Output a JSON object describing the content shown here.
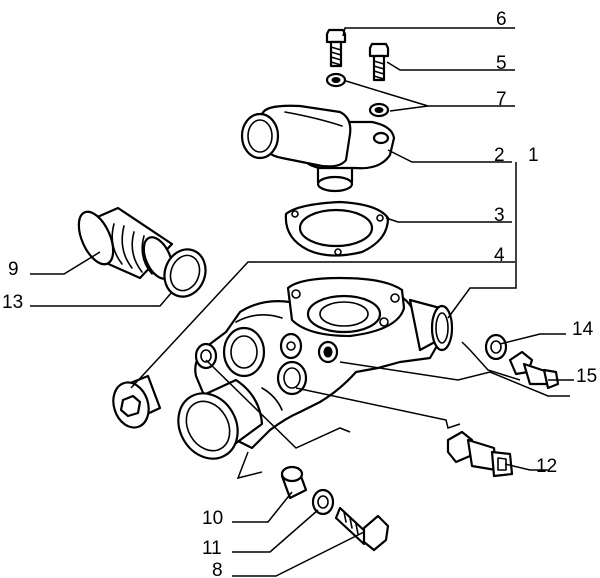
{
  "callouts": [
    {
      "id": "c6",
      "text": "6"
    },
    {
      "id": "c5",
      "text": "5"
    },
    {
      "id": "c7",
      "text": "7"
    },
    {
      "id": "c2",
      "text": "2"
    },
    {
      "id": "c1",
      "text": "1"
    },
    {
      "id": "c3",
      "text": "3"
    },
    {
      "id": "c4",
      "text": "4"
    },
    {
      "id": "c9",
      "text": "9"
    },
    {
      "id": "c13",
      "text": "13"
    },
    {
      "id": "c14",
      "text": "14"
    },
    {
      "id": "c15",
      "text": "15"
    },
    {
      "id": "c12",
      "text": "12"
    },
    {
      "id": "c10",
      "text": "10"
    },
    {
      "id": "c11",
      "text": "11"
    },
    {
      "id": "c8",
      "text": "8"
    }
  ],
  "colors": {
    "ink": "#000000",
    "paper": "#ffffff"
  }
}
